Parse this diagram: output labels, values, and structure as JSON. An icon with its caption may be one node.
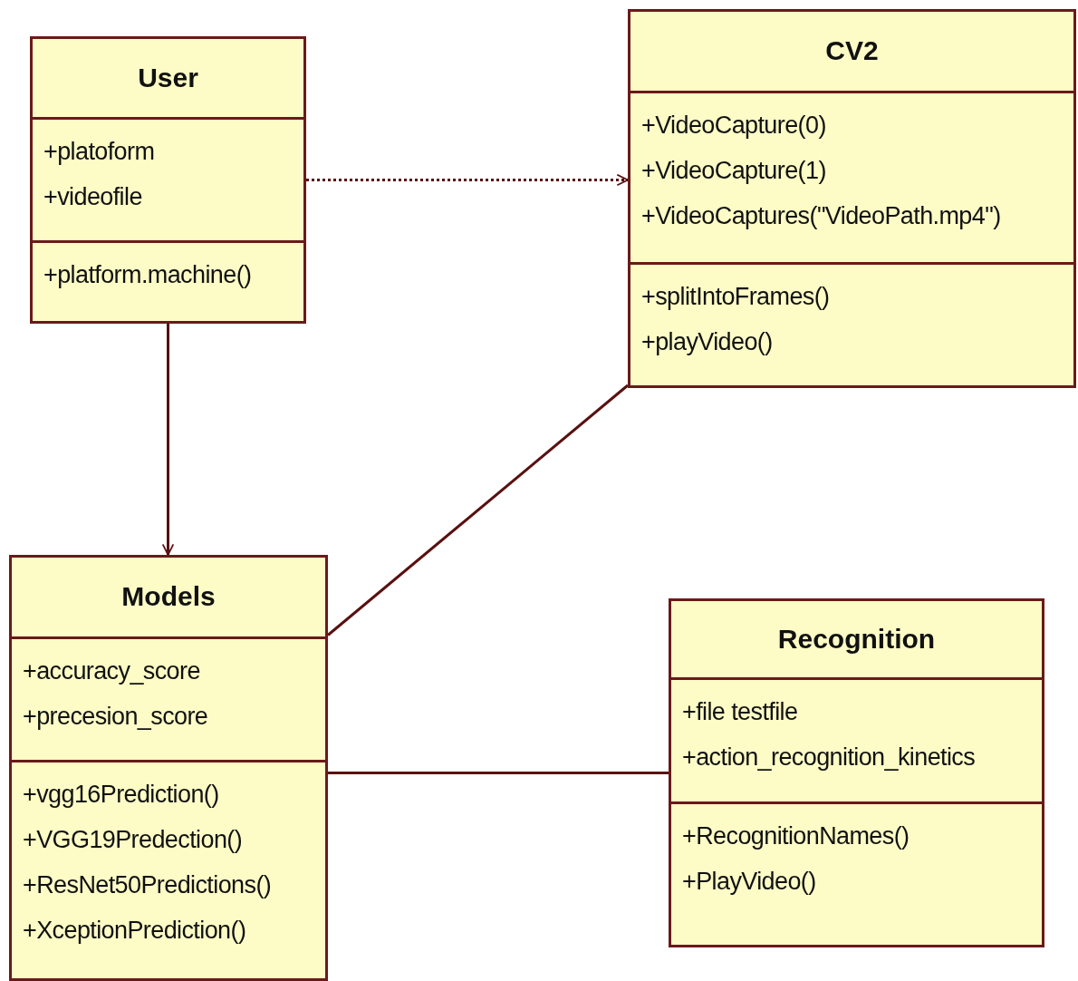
{
  "diagram": {
    "nodes": [
      {
        "text": [
          "User",
          "+platoform",
          "+videofile",
          "+platform.machine()"
        ]
      },
      {
        "text": [
          "CV2",
          "+VideoCapture(0)",
          "+VideoCapture(1)",
          "+VideoCaptures(\"VideoPath.mp4\")",
          "+splitIntoFrames()",
          "+playVideo()"
        ]
      },
      {
        "text": [
          "Models",
          "+accuracy_score",
          "+precesion_score",
          "+vgg16Prediction()",
          "+VGG19Predection()",
          "+ResNet50Predictions()",
          "+XceptionPrediction()"
        ]
      },
      {
        "text": [
          "Recognition",
          "+file testfile",
          "+action_recognition_kinetics",
          "+RecognitionNames()",
          "+PlayVideo()"
        ]
      }
    ],
    "edges": [
      {
        "from": 0,
        "to": 1,
        "arrow": "to",
        "style": "dashed"
      },
      {
        "from": 0,
        "to": 2,
        "arrow": "to"
      },
      {
        "from": 1,
        "to": 2,
        "arrow": "none"
      },
      {
        "from": 2,
        "to": 3,
        "arrow": "none"
      }
    ]
  }
}
